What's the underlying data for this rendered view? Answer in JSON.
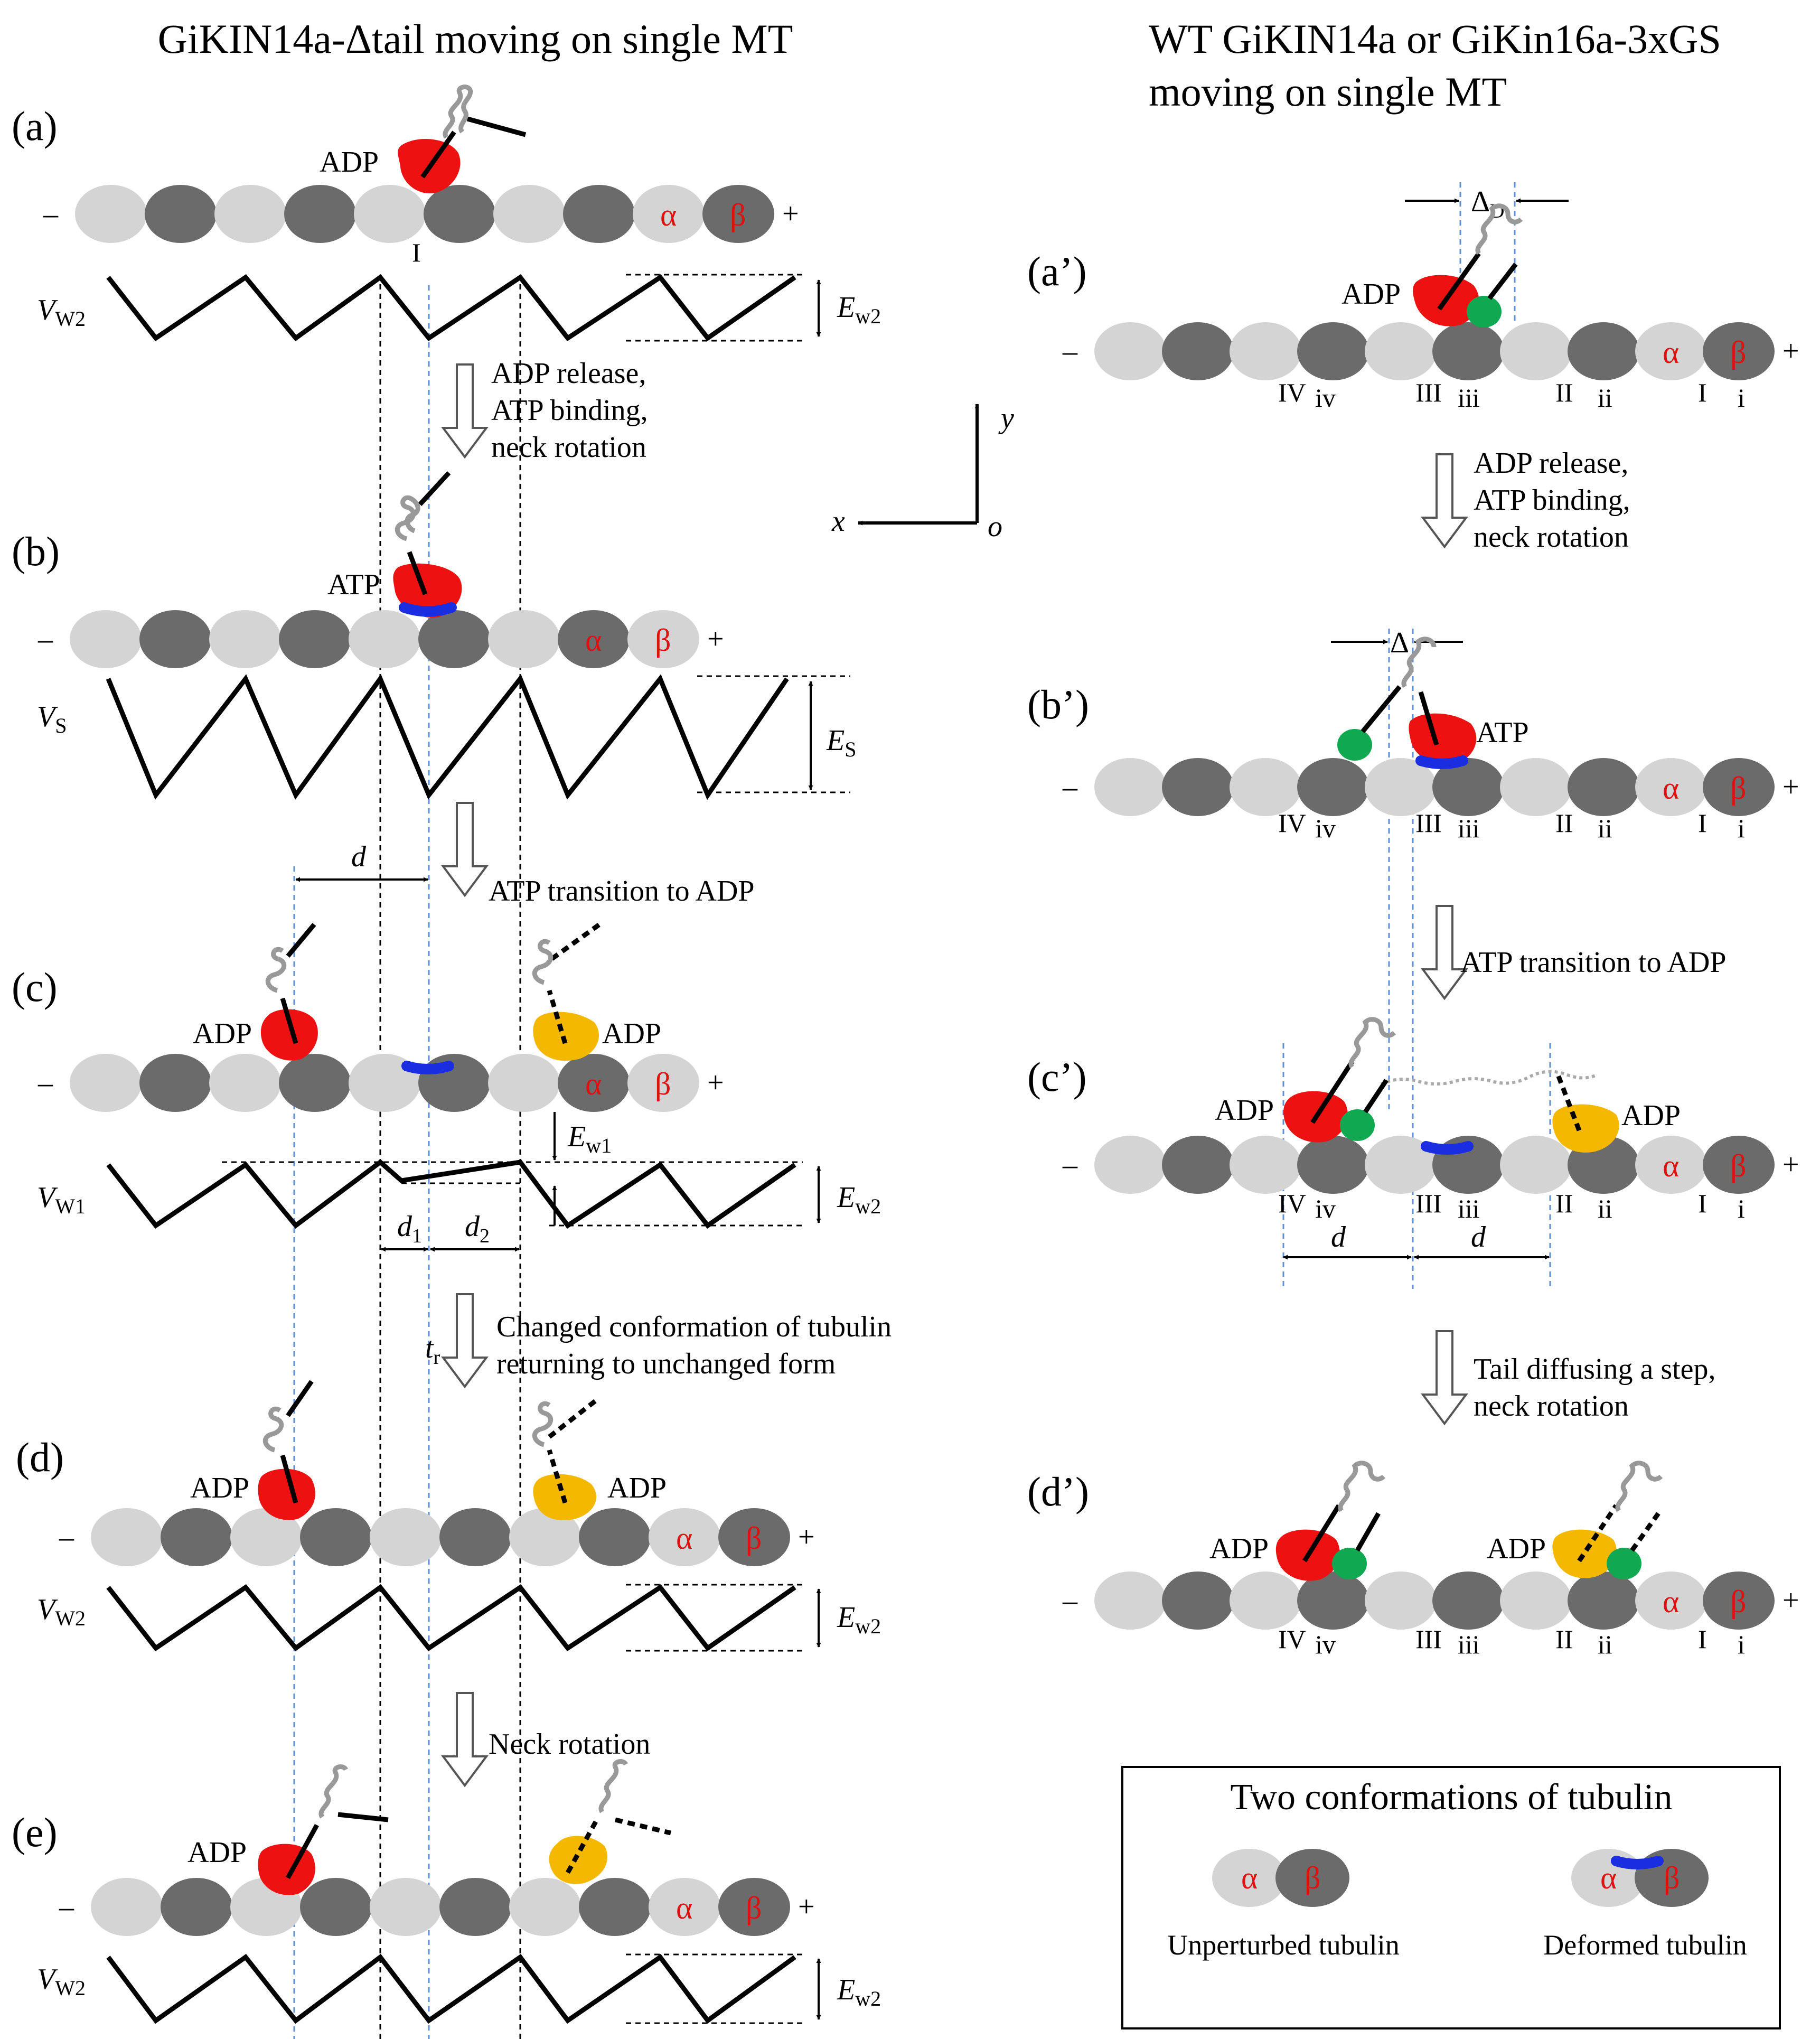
{
  "left_title": "GiKIN14a-Δtail moving on single MT",
  "right_title_line1": "WT GiKIN14a or GiKin16a-3xGS",
  "right_title_line2": "moving on single MT",
  "panels": {
    "a": "(a)",
    "b": "(b)",
    "c": "(c)",
    "d": "(d)",
    "e": "(e)",
    "a2": "(a’)",
    "b2": "(b’)",
    "c2": "(c’)",
    "d2": "(d’)"
  },
  "tubulin": {
    "alpha": "α",
    "beta": "β",
    "minus": "–",
    "plus": "+"
  },
  "nucleotides": {
    "adp": "ADP",
    "atp": "ATP"
  },
  "potentials": {
    "v": "V",
    "w2": "W2",
    "w1": "W1",
    "s": "S",
    "e": "E",
    "ew2": "w2",
    "ew1": "w1",
    "es": "S"
  },
  "distances": {
    "d": "d",
    "d1": "d",
    "d1_sub": "1",
    "d2": "d",
    "d2_sub": "2",
    "tr": "t",
    "tr_sub": "r",
    "delta": "Δ",
    "delta_d_sub": "D"
  },
  "site_labels": {
    "I": "I",
    "II": "II",
    "III": "III",
    "IV": "IV",
    "i": "i",
    "ii": "ii",
    "iii": "iii",
    "iv": "iv"
  },
  "steps": {
    "left_1": [
      "ADP release,",
      "ATP binding,",
      "neck rotation"
    ],
    "left_2": "ATP transition to ADP",
    "left_3": [
      "Changed conformation of tubulin",
      "returning to unchanged form"
    ],
    "left_4": "Neck rotation",
    "right_1": [
      "ADP release,",
      "ATP binding,",
      "neck rotation"
    ],
    "right_2": "ATP transition to ADP",
    "right_3": [
      "Tail diffusing a step,",
      "neck rotation"
    ]
  },
  "axes": {
    "x": "x",
    "y": "y",
    "o": "o"
  },
  "legend": {
    "title": "Two conformations of tubulin",
    "unperturbed": "Unperturbed tubulin",
    "deformed": "Deformed tubulin"
  },
  "colors": {
    "alpha_tubulin": "#d4d4d4",
    "beta_tubulin": "#6b6b6b",
    "head_red": "#ee1111",
    "head_yellow": "#f5b800",
    "neck_green": "#10a850",
    "deform_blue": "#1a2de0",
    "guide_blue": "#5b8fd6",
    "alpha_beta_text": "#e01010"
  }
}
